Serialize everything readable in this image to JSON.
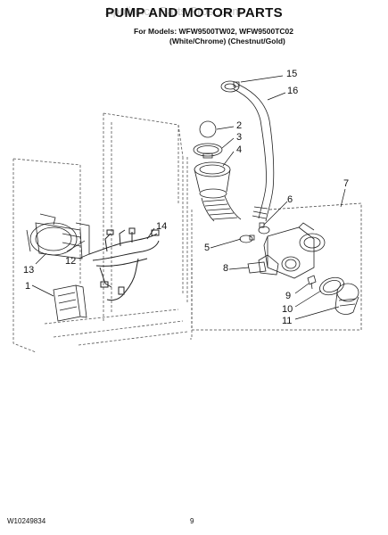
{
  "watermark": "Appliance Parts Pros .com",
  "title": "PUMP AND MOTOR PARTS",
  "models_line1": "For Models: WFW9500TW02, WFW9500TC02",
  "models_line2": "(White/Chrome)   (Chestnut/Gold)",
  "footer_code": "W10249834",
  "page_number": "9",
  "callouts": [
    "15",
    "16",
    "2",
    "3",
    "4",
    "6",
    "7",
    "14",
    "5",
    "8",
    "13",
    "12",
    "1",
    "9",
    "10",
    "11"
  ]
}
